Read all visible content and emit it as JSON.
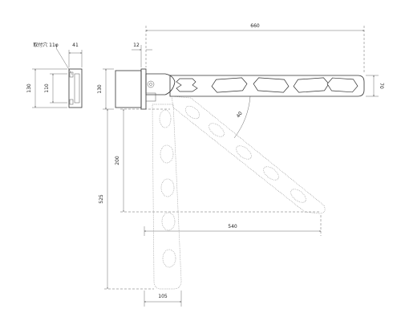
{
  "labels": {
    "hole_note": "取付穴 11φ",
    "top_width": "660",
    "offset": "12",
    "side_width": "41",
    "side_height": "130",
    "side_inner": "110",
    "front_height": "130",
    "arm_height": "70",
    "angle": "40",
    "drop": "200",
    "total_height": "525",
    "diag_reach": "540",
    "bottom_width": "105"
  }
}
